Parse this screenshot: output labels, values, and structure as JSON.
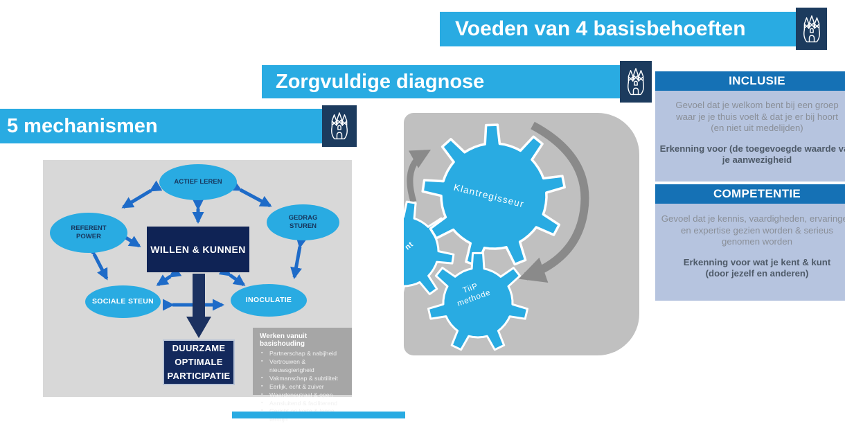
{
  "banners": {
    "basisbehoeften": "Voeden van 4 basisbehoeften",
    "diagnose": "Zorgvuldige diagnose",
    "mechanismen": "5 mechanismen"
  },
  "mechanisms_diagram": {
    "nodes": {
      "actief_leren": "ACTIEF LEREN",
      "referent_power": "REFERENT\nPOWER",
      "gedrag_sturen": "GEDRAG\nSTUREN",
      "willen_kunnen": "WILLEN & KUNNEN",
      "sociale_steun": "SOCIALE STEUN",
      "inoculatie": "INOCULATIE",
      "outcome": "DUURZAME\nOPTIMALE\nPARTICIPATIE"
    },
    "basishouding": {
      "title": "Werken vanuit basishouding",
      "items": [
        "Partnerschap & nabijheid",
        "Vertrouwen & nieuwsgierigheid",
        "Vakmanschap & subtiliteit",
        "Eerlijk, echt & zuiver",
        "Waardeneutraal & open",
        "Aansluitend & faciliterend",
        "Gericht op korte & lange termijn"
      ]
    }
  },
  "diagnosis_diagram": {
    "gears": {
      "klantregisseur": "Klantregisseur",
      "tiip": "TiiP\nmethode",
      "partial_fragment": "nt"
    }
  },
  "needs_panel": {
    "sections": [
      {
        "title": "INCLUSIE",
        "lines": [
          "Gevoel dat je welkom bent bij een groep",
          "waar je je thuis voelt & dat je er bij hoort",
          "(en niet uit medelijden)"
        ],
        "bold_lines": [
          "Erkenning voor (de toegevoegde waarde van",
          "je aanwezigheid"
        ]
      },
      {
        "title": "COMPETENTIE",
        "lines": [
          "Gevoel dat je kennis, vaardigheden, ervaringen",
          "en expertise gezien worden & serieus",
          "genomen worden"
        ],
        "bold_lines": [
          "Erkenning voor wat je kent & kunt",
          "(door jezelf en anderen)"
        ]
      }
    ]
  },
  "colors": {
    "accent_blue": "#29ABE2",
    "logo_navy": "#1C3B5E",
    "dark_navy_box": "#0F2355",
    "header_blue": "#1571B5",
    "needs_body_bg": "#B6C4DF",
    "arrow_blue": "#1E6BC8",
    "gears_panel_gray": "#C0C0C0",
    "diagram_gray": "#D8D8D8",
    "list_gray": "#A6A6A6"
  }
}
